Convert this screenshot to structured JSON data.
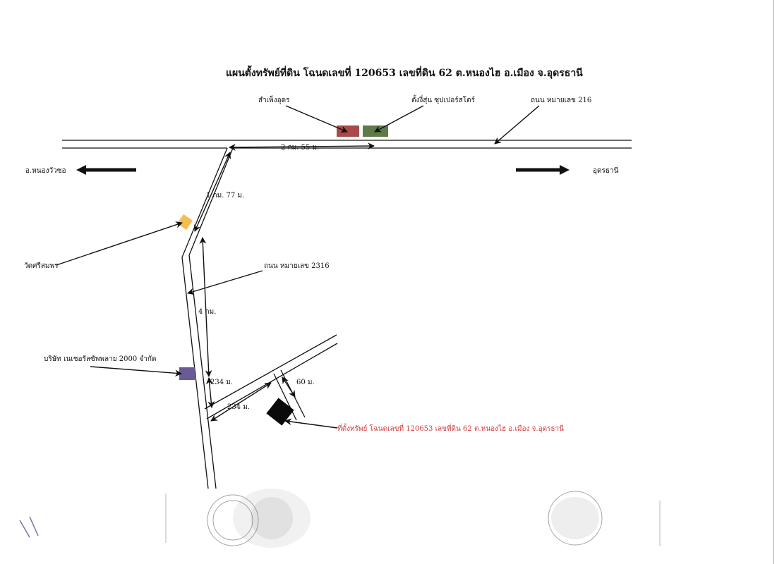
{
  "map": {
    "title": "แผนตั้งทรัพย์ที่ดิน โฉนดเลขที่ 120653  เลขที่ดิน 62  ต.หนองไฮ อ.เมือง จ.อุดรธานี",
    "labels": {
      "samphueng": "สำเพ็งอุดร",
      "tangthisun": "ตั้งงี่สุ่น ซุปเปอร์สโตร์",
      "road216": "ถนน หมายเลข 216",
      "nongwuaso": "อ.หนองวัวซอ",
      "udon": "อุดรธานี",
      "watsisomphon": "วัดศรีสมพร",
      "road2316": "ถนน หมายเลข 2316",
      "company": "บริษัท เนเชอรัลซัพพลาย 2000 จำกัด",
      "property": "ที่ตั้งทรัพย์ โฉนดเลขที่ 120653 เลขที่ดิน 62  ต.หนองไฮ อ.เมือง จ.อุดรธานี"
    },
    "distances": {
      "d_main": "2 กม. 55 ม.",
      "d_branch": "1 กม. 77 ม.",
      "d_4km": "4 กม.",
      "d_234a": "234 ม.",
      "d_234b": "234 ม.",
      "d_60": "60 ม."
    },
    "colors": {
      "samphueng": "#a94a4a",
      "tangthisun": "#5e7a47",
      "watsisomphon": "#f3be52",
      "company": "#6a5a95",
      "property": "#0a0a0a",
      "property_label": "#d23a3a"
    },
    "handwritten_mark": "//"
  }
}
